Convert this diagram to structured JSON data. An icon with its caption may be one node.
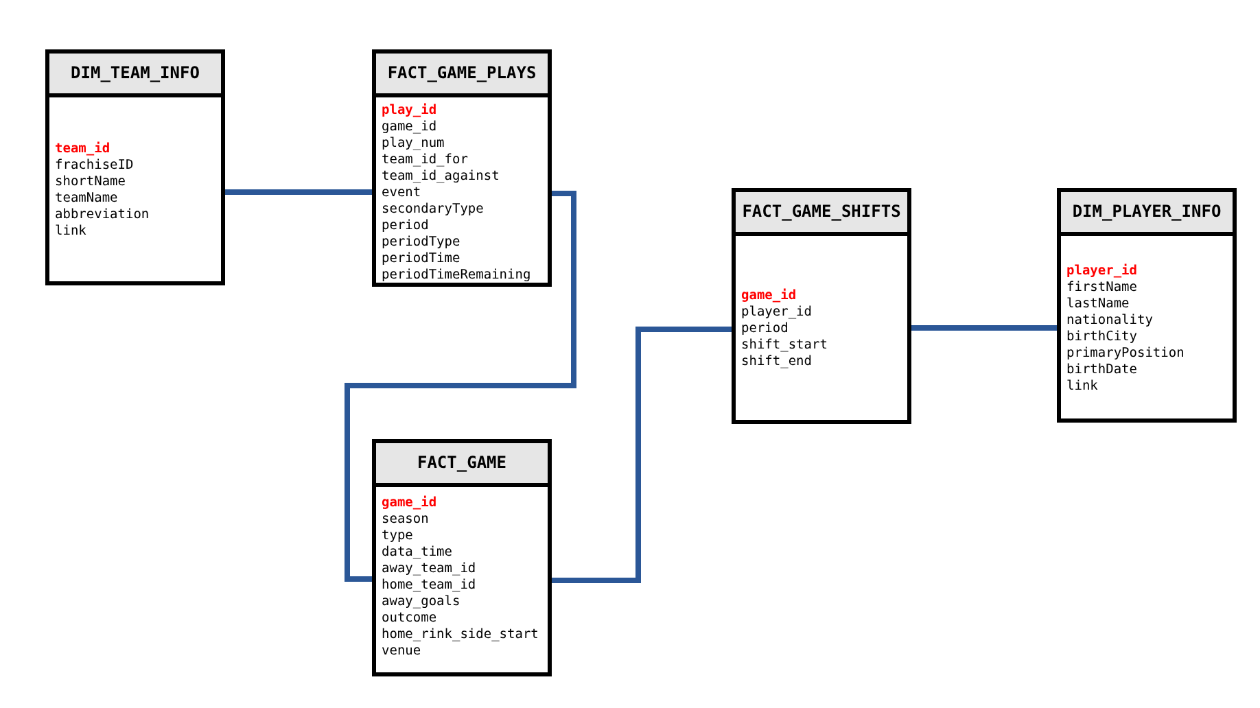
{
  "diagram": {
    "nodes": [
      {
        "text": [
          "DIM_TEAM_INFO",
          "team_id",
          "frachiseID",
          "shortName",
          "teamName",
          "abbreviation",
          "link"
        ]
      },
      {
        "text": [
          "FACT_GAME_PLAYS",
          "play_id",
          "game_id",
          "play_num",
          "team_id_for",
          "team_id_against",
          "event",
          "secondaryType",
          "period",
          "periodType",
          "periodTime",
          "periodTimeRemaining"
        ]
      },
      {
        "text": [
          "FACT_GAME",
          "game_id",
          "season",
          "type",
          "data_time",
          "away_team_id",
          "home_team_id",
          "away_goals",
          "outcome",
          "home_rink_side_start",
          "venue"
        ]
      },
      {
        "text": [
          "FACT_GAME_SHIFTS",
          "game_id",
          "player_id",
          "period",
          "shift_start",
          "shift_end"
        ]
      },
      {
        "text": [
          "DIM_PLAYER_INFO",
          "player_id",
          "firstName",
          "lastName",
          "nationality",
          "birthCity",
          "primaryPosition",
          "birthDate",
          "link"
        ]
      }
    ],
    "edges": [
      {
        "from": 0,
        "to": 1,
        "arrow": "none"
      },
      {
        "from": 1,
        "to": 2,
        "arrow": "none"
      },
      {
        "from": 2,
        "to": 3,
        "arrow": "none"
      },
      {
        "from": 3,
        "to": 4,
        "arrow": "none"
      }
    ]
  }
}
